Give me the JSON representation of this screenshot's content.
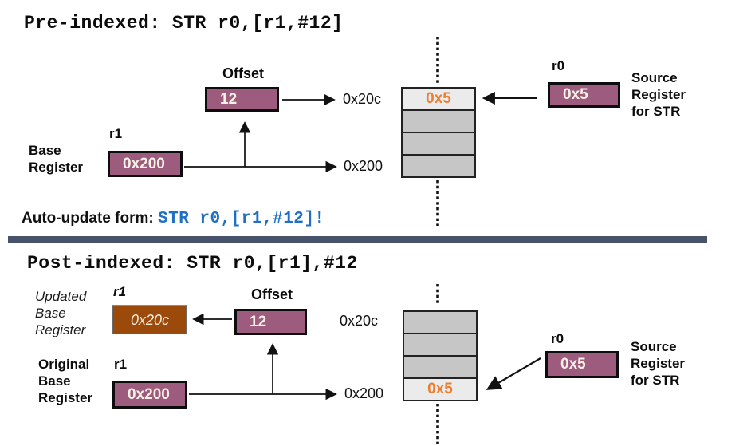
{
  "pre": {
    "title": "Pre-indexed: STR r0,[r1,#12]",
    "offset": {
      "label": "Offset",
      "value": "12"
    },
    "effective_address": "0x20c",
    "base": {
      "name": "r1",
      "label_lines": [
        "Base",
        "Register"
      ],
      "value": "0x200"
    },
    "base_address": "0x200",
    "memory": {
      "cells": [
        "0x5",
        "",
        "",
        ""
      ]
    },
    "source": {
      "name": "r0",
      "value": "0x5",
      "label_lines": [
        "Source",
        "Register",
        "for STR"
      ]
    },
    "auto_update": {
      "label": "Auto-update form: ",
      "code": "STR r0,[r1,#12]!"
    }
  },
  "post": {
    "title": "Post-indexed: STR r0,[r1],#12",
    "updated_base": {
      "label_lines": [
        "Updated",
        "Base",
        "Register"
      ],
      "name": "r1",
      "value": "0x20c"
    },
    "offset": {
      "label": "Offset",
      "value": "12"
    },
    "effective_address": "0x20c",
    "original_base": {
      "label_lines": [
        "Original",
        "Base",
        "Register"
      ],
      "name": "r1",
      "value": "0x200"
    },
    "base_address": "0x200",
    "memory": {
      "cells": [
        "",
        "",
        "",
        "0x5"
      ]
    },
    "source": {
      "name": "r0",
      "value": "0x5",
      "label_lines": [
        "Source",
        "Register",
        "for STR"
      ]
    }
  },
  "colors": {
    "register_box": "#9d5c7d",
    "updated_register_box": "#9c4a0c",
    "memory_cell": "#c6c6c6",
    "memory_cell_active": "#ebebeb",
    "stored_value_text": "#ed7d31",
    "code_text": "#1f6fc4",
    "divider": "#46536b"
  }
}
